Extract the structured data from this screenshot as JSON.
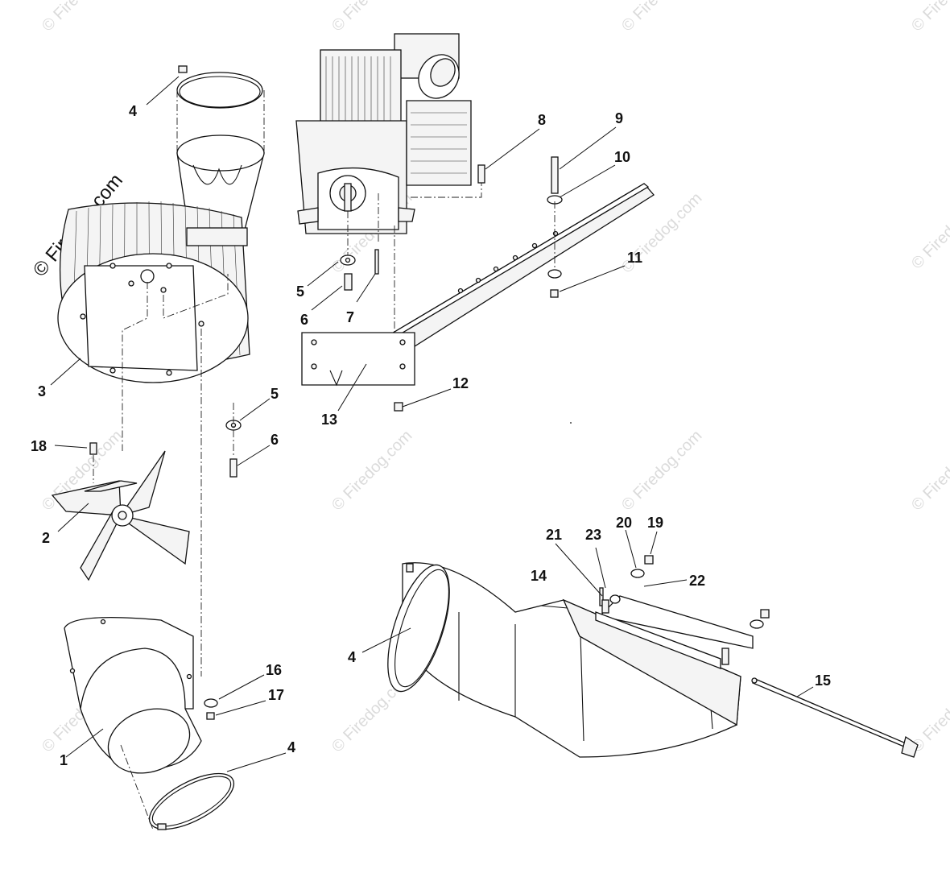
{
  "watermark": {
    "text": "© Firedog.com",
    "brand_text": "© Firedog.com"
  },
  "parts": {
    "p1": "1",
    "p2": "2",
    "p3": "3",
    "p4a": "4",
    "p4b": "4",
    "p4c": "4",
    "p5a": "5",
    "p5b": "5",
    "p6a": "6",
    "p6b": "6",
    "p7": "7",
    "p8": "8",
    "p9": "9",
    "p10": "10",
    "p11": "11",
    "p12": "12",
    "p13": "13",
    "p14": "14",
    "p15": "15",
    "p16": "16",
    "p17": "17",
    "p18": "18",
    "p19": "19",
    "p20": "20",
    "p21": "21",
    "p22": "22",
    "p23": "23"
  }
}
